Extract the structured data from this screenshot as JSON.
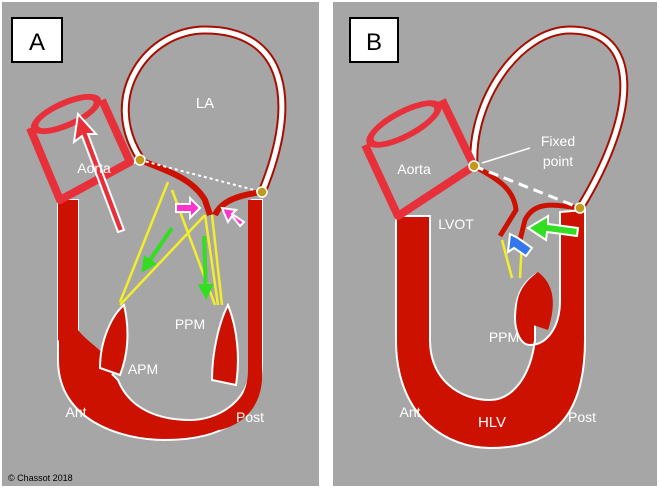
{
  "colors": {
    "background": "#ffffff",
    "panel": "#a6a6a6",
    "muscle": "#cc1100",
    "muscle_dark": "#a80e00",
    "aorta": "#e8303a",
    "chordae": "#f2ee2a",
    "annulus_dot": "#c09a1a",
    "arrow_green": "#33dd22",
    "arrow_magenta": "#ff33cc",
    "arrow_blue": "#3377ee",
    "label_text": "#ffffff"
  },
  "panel_a": {
    "letter": "A",
    "labels": {
      "la": "LA",
      "aorta": "Aorta",
      "ppm": "PPM",
      "apm": "APM",
      "ant": "Ant",
      "post": "Post"
    }
  },
  "panel_b": {
    "letter": "B",
    "labels": {
      "aorta": "Aorta",
      "fixed_point_line1": "Fixed",
      "fixed_point_line2": "point",
      "lvot": "LVOT",
      "ppm": "PPM",
      "ant": "Ant",
      "hlv": "HLV",
      "post": "Post"
    }
  },
  "copyright": "© Chassot 2018"
}
